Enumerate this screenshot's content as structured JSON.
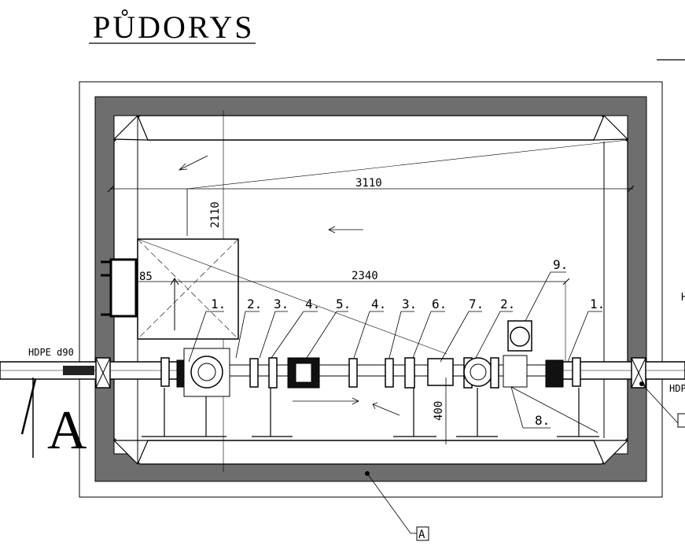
{
  "drawing": {
    "title": "PŮDORYS",
    "dim_width": "3110",
    "dim_height": "2110",
    "dim_inner": "2340",
    "dim_offset": "85",
    "dim_vertical": "400",
    "pipe_left_label": "HDPE d90",
    "pipe_right_label": "HDPE",
    "section_mark": "A",
    "detail_mark": "A",
    "positions": [
      "1.",
      "2.",
      "3.",
      "4.",
      "5.",
      "4.",
      "3.",
      "6.",
      "7.",
      "2.",
      "9.",
      "1.",
      "8."
    ]
  }
}
